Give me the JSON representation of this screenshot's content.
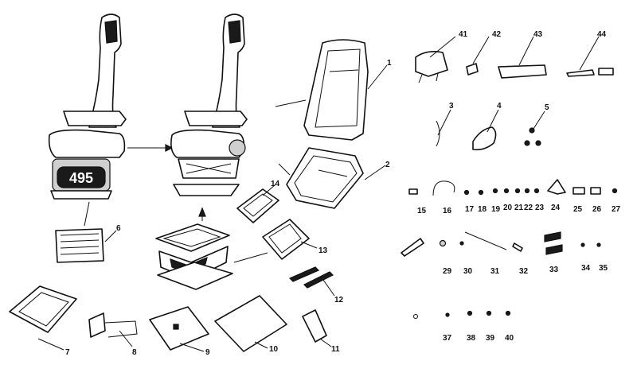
{
  "diagram": {
    "badge_text": "495",
    "callouts": [
      "1",
      "2",
      "3",
      "4",
      "5",
      "6",
      "7",
      "8",
      "9",
      "10",
      "11",
      "12",
      "13",
      "14",
      "15",
      "16",
      "17",
      "18",
      "19",
      "20",
      "21",
      "22",
      "23",
      "24",
      "25",
      "26",
      "27",
      "29",
      "30",
      "31",
      "32",
      "33",
      "34",
      "35",
      "37",
      "38",
      "39",
      "40",
      "41",
      "42",
      "43",
      "44"
    ]
  },
  "colors": {
    "ink": "#111111",
    "fill": "#ffffff",
    "shade": "#cfcfcf"
  }
}
